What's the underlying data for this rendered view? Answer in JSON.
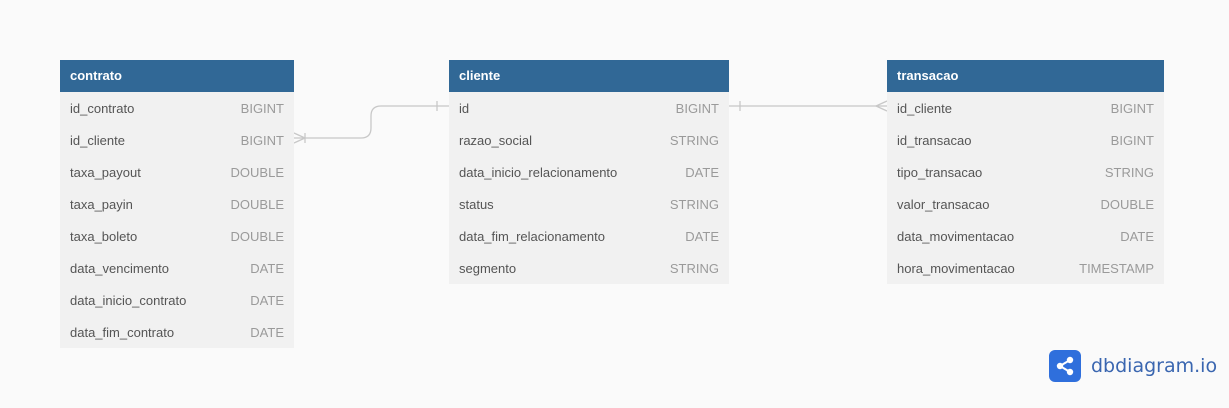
{
  "tables": {
    "contrato": {
      "name": "contrato",
      "fields": [
        {
          "name": "id_contrato",
          "type": "BIGINT"
        },
        {
          "name": "id_cliente",
          "type": "BIGINT"
        },
        {
          "name": "taxa_payout",
          "type": "DOUBLE"
        },
        {
          "name": "taxa_payin",
          "type": "DOUBLE"
        },
        {
          "name": "taxa_boleto",
          "type": "DOUBLE"
        },
        {
          "name": "data_vencimento",
          "type": "DATE"
        },
        {
          "name": "data_inicio_contrato",
          "type": "DATE"
        },
        {
          "name": "data_fim_contrato",
          "type": "DATE"
        }
      ]
    },
    "cliente": {
      "name": "cliente",
      "fields": [
        {
          "name": "id",
          "type": "BIGINT"
        },
        {
          "name": "razao_social",
          "type": "STRING"
        },
        {
          "name": "data_inicio_relacionamento",
          "type": "DATE"
        },
        {
          "name": "status",
          "type": "STRING"
        },
        {
          "name": "data_fim_relacionamento",
          "type": "DATE"
        },
        {
          "name": "segmento",
          "type": "STRING"
        }
      ]
    },
    "transacao": {
      "name": "transacao",
      "fields": [
        {
          "name": "id_cliente",
          "type": "BIGINT"
        },
        {
          "name": "id_transacao",
          "type": "BIGINT"
        },
        {
          "name": "tipo_transacao",
          "type": "STRING"
        },
        {
          "name": "valor_transacao",
          "type": "DOUBLE"
        },
        {
          "name": "data_movimentacao",
          "type": "DATE"
        },
        {
          "name": "hora_movimentacao",
          "type": "TIMESTAMP"
        }
      ]
    }
  },
  "relationships": [
    {
      "from": "contrato.id_cliente",
      "to": "cliente.id",
      "type": "many-to-one"
    },
    {
      "from": "transacao.id_cliente",
      "to": "cliente.id",
      "type": "many-to-one"
    }
  ],
  "brand": {
    "text": "dbdiagram.io",
    "icon": "share-nodes-icon",
    "color": "#2f6fdc"
  },
  "colors": {
    "header": "#316896",
    "row_bg": "#f1f1f1",
    "connector": "#c8c8c8"
  }
}
